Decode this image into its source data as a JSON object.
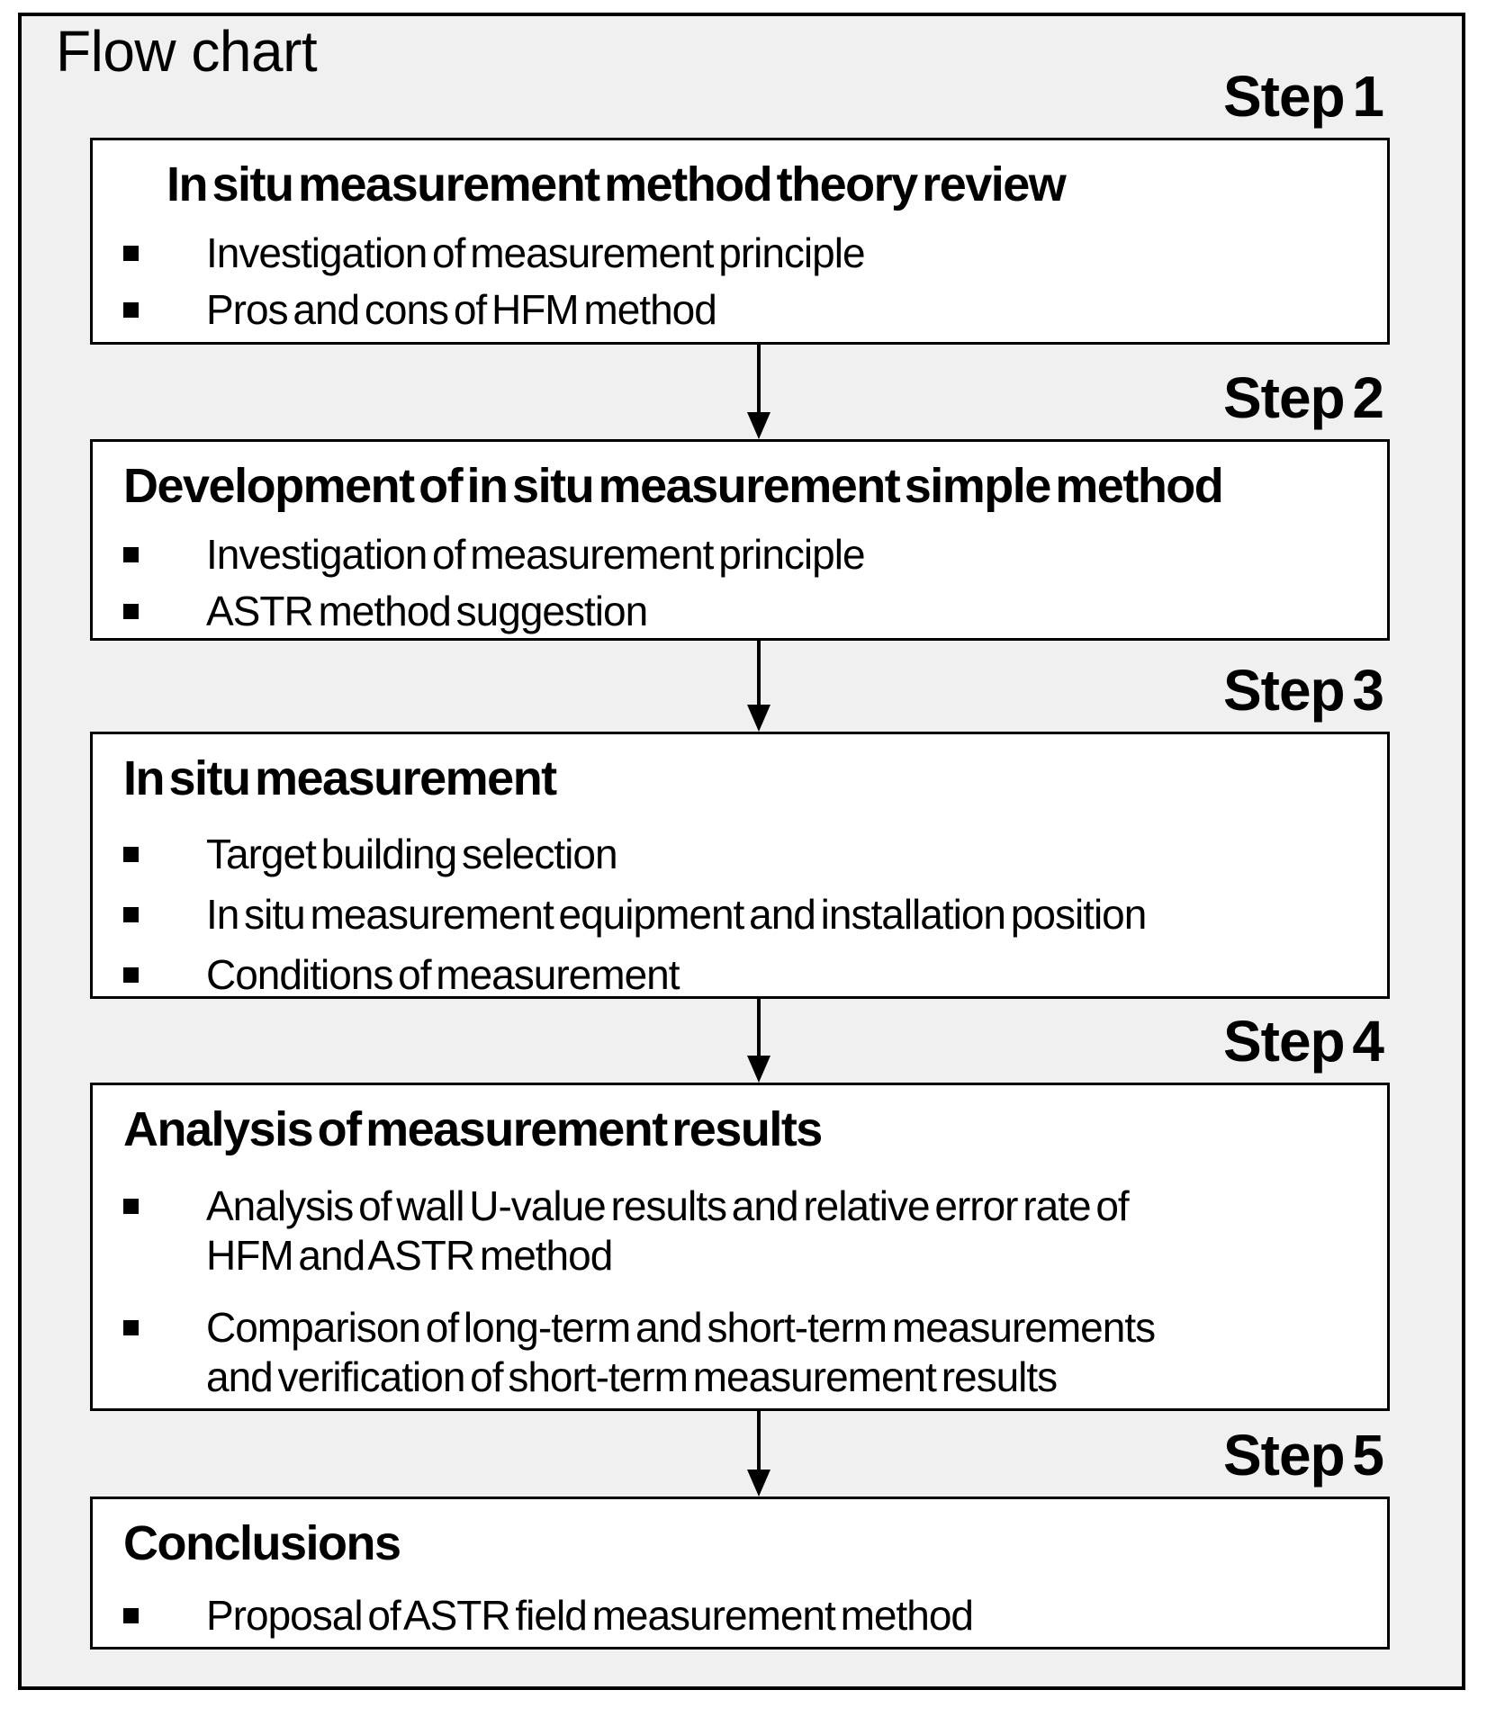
{
  "title": "Flow chart",
  "colors": {
    "panel_bg": "#f0f0f0",
    "box_bg": "#ffffff",
    "border": "#000000",
    "text": "#000000"
  },
  "steps": [
    {
      "label": "Step 1",
      "heading": "In situ measurement method theory review",
      "bullets": [
        "Investigation of measurement principle",
        "Pros and cons of HFM method"
      ]
    },
    {
      "label": "Step 2",
      "heading": "Development of in situ measurement simple method",
      "bullets": [
        "Investigation of measurement principle",
        "ASTR method suggestion"
      ]
    },
    {
      "label": "Step 3",
      "heading": "In situ measurement",
      "bullets": [
        "Target building selection",
        "In situ measurement equipment and installation position",
        "Conditions of measurement"
      ]
    },
    {
      "label": "Step 4",
      "heading": "Analysis of measurement results",
      "bullets": [
        "Analysis of wall U-value results and relative error rate of\nHFM and ASTR method",
        "Comparison of long-term and short-term measurements\nand verification of short-term measurement results"
      ]
    },
    {
      "label": "Step 5",
      "heading": "Conclusions",
      "bullets": [
        "Proposal of ASTR field measurement method"
      ]
    }
  ]
}
